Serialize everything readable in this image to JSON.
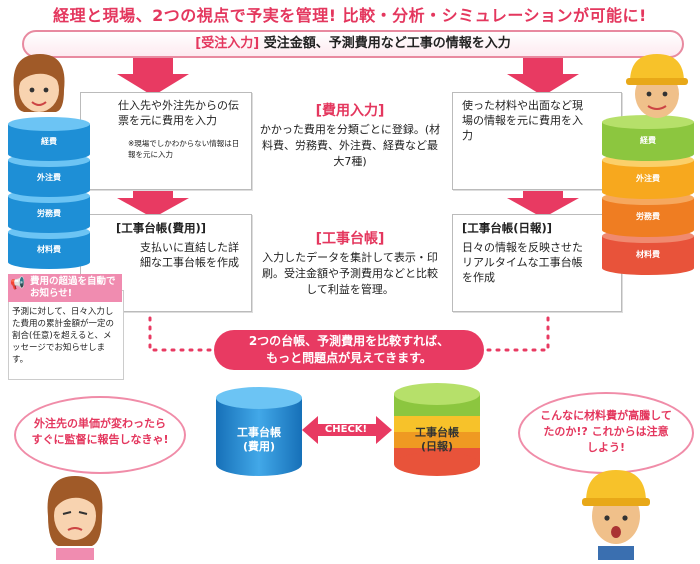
{
  "headline": "経理と現場、2つの視点で予実を管理! 比較・分析・シミュレーションが可能に!",
  "order_input": {
    "tag": "[受注入力]",
    "text": "受注金額、予測費用など工事の情報を入力"
  },
  "cost_entry_note": {
    "text": "仕入先や外注先からの伝票を元に費用を入力",
    "small": "※現場でしかわからない情報は日報を元に入力"
  },
  "cost_input": {
    "title": "[費用入力]",
    "text": "かかった費用を分類ごとに登録。(材料費、労務費、外注費、経費など最大7種)"
  },
  "site_note": {
    "text": "使った材料や出面など現場の情報を元に費用を入力"
  },
  "ledger_cost": {
    "title": "[工事台帳(費用)]",
    "text": "支払いに直結した詳細な工事台帳を作成"
  },
  "ledger": {
    "title": "[工事台帳]",
    "text": "入力したデータを集計して表示・印刷。受注金額や予測費用などと比較して利益を管理。"
  },
  "ledger_daily": {
    "title": "[工事台帳(日報)]",
    "text": "日々の情報を反映させたリアルタイムな工事台帳を作成"
  },
  "alert": {
    "title": "費用の超過を自動でお知らせ!",
    "text": "予測に対して、日々入力した費用の累計金額が一定の割合(任意)を超えると、メッセージでお知らせします。"
  },
  "compare": {
    "line1": "2つの台帳、予測費用を比較すれば、",
    "line2": "もっと問題点が見えてきます。"
  },
  "left_stack": [
    "経費",
    "外注費",
    "労務費",
    "材料費"
  ],
  "right_stack": [
    "経費",
    "外注費",
    "労務費",
    "材料費"
  ],
  "db_cost": {
    "line1": "工事台帳",
    "line2": "(費用)"
  },
  "db_daily": {
    "line1": "工事台帳",
    "line2": "(日報)"
  },
  "check": "CHECK!",
  "bubble_left": "外注先の単価が変わったらすぐに監督に報告しなきゃ!",
  "bubble_right": "こんなに材料費が高騰してたのか!? これからは注意しよう!",
  "colors": {
    "accent": "#e4375e",
    "blue": "#1e8fd6",
    "green": "#8cc63f",
    "yellow": "#f7c22a",
    "orange": "#ef7d22",
    "red": "#e8533a"
  }
}
